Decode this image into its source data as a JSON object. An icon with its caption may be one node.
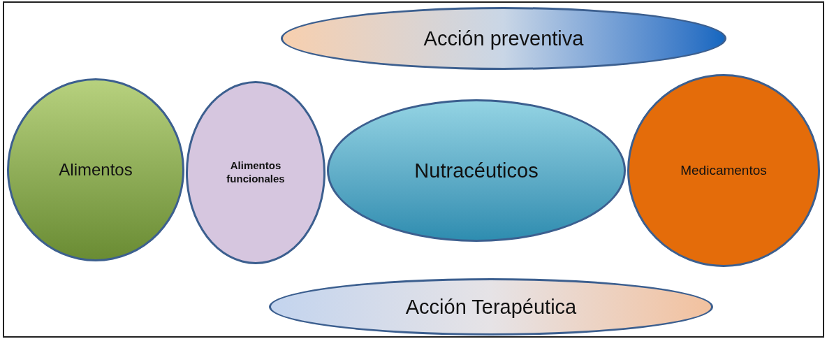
{
  "diagram": {
    "nodes": [
      {
        "text": [
          "Acción preventiva"
        ]
      },
      {
        "text": [
          "Alimentos"
        ]
      },
      {
        "text": [
          "Alimentos funcionales"
        ]
      },
      {
        "text": [
          "Nutracéuticos"
        ]
      },
      {
        "text": [
          "Medicamentos"
        ]
      },
      {
        "text": [
          "Acción Terapéutica"
        ]
      }
    ]
  }
}
